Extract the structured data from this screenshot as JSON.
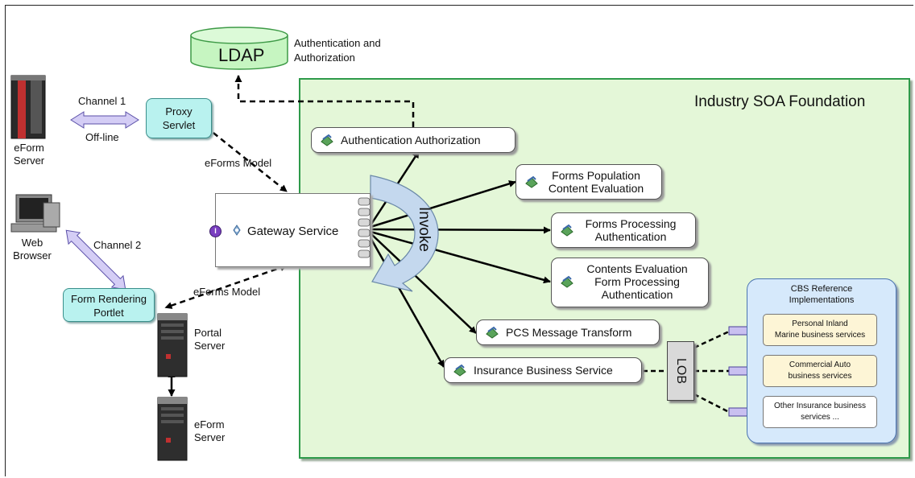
{
  "ldap": {
    "label": "LDAP",
    "note_line1": "Authentication and",
    "note_line2": "Authorization"
  },
  "foundation": {
    "title": "Industry SOA Foundation"
  },
  "eform_server_top": {
    "line1": "eForm",
    "line2": "Server"
  },
  "channel1": {
    "label": "Channel 1",
    "sublabel": "Off-line"
  },
  "proxy_servlet": {
    "line1": "Proxy",
    "line2": "Servlet"
  },
  "eforms_model_top": "eForms Model",
  "web_browser": {
    "line1": "Web",
    "line2": "Browser"
  },
  "channel2": {
    "label": "Channel 2"
  },
  "form_rendering_portlet": {
    "line1": "Form Rendering",
    "line2": "Portlet"
  },
  "eforms_model_bottom": "eForms Model",
  "portal_server": {
    "line1": "Portal",
    "line2": "Server"
  },
  "eform_server_bottom": {
    "line1": "eForm",
    "line2": "Server"
  },
  "gateway": {
    "label": "Gateway Service",
    "interface_marker": "I"
  },
  "invoke": {
    "label": "Invoke"
  },
  "services": {
    "auth": "Authentication Authorization",
    "forms_population": {
      "line1": "Forms Population",
      "line2": "Content Evaluation"
    },
    "forms_processing": {
      "line1": "Forms Processing",
      "line2": "Authentication"
    },
    "contents_evaluation": {
      "line1": "Contents Evaluation",
      "line2": "Form Processing",
      "line3": "Authentication"
    },
    "pcs": "PCS Message Transform",
    "insurance": "Insurance Business Service"
  },
  "lob": {
    "label": "LOB"
  },
  "cbs": {
    "title_line1": "CBS Reference",
    "title_line2": "Implementations",
    "items": [
      {
        "line1": "Personal Inland",
        "line2": "Marine business services"
      },
      {
        "line1": "Commercial Auto",
        "line2": "business services"
      },
      {
        "line1": "Other Insurance business",
        "line2": "services ..."
      }
    ]
  },
  "colors": {
    "foundation_fill": "#e4f7d8",
    "foundation_border": "#2e9a4a",
    "ldap_fill": "#c6f5c1",
    "cyan_fill": "#b9f2ef",
    "cbs_fill": "#d6e9fb",
    "cbs_item_fill": "#fdf5d6",
    "invoke_fill": "#c4d8ee",
    "channel_arrow": "#d4cdf5"
  }
}
